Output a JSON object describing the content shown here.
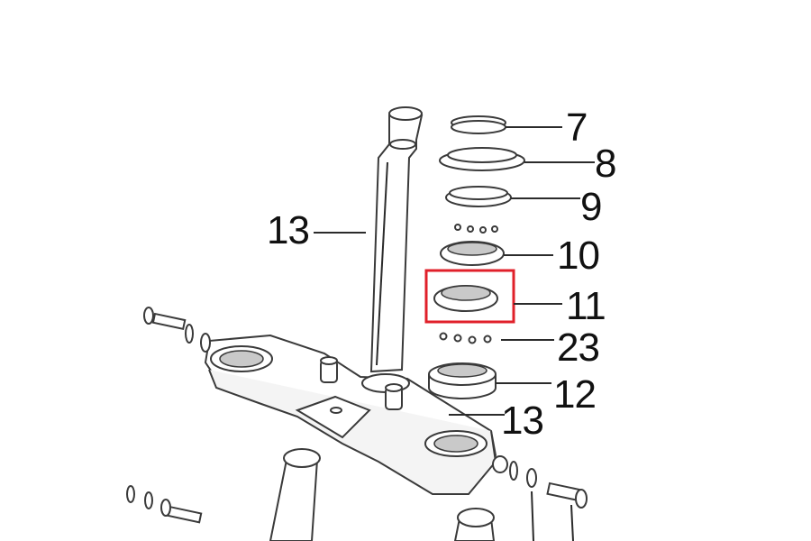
{
  "callouts": [
    {
      "id": "7",
      "label": "7"
    },
    {
      "id": "8",
      "label": "8"
    },
    {
      "id": "9",
      "label": "9"
    },
    {
      "id": "10",
      "label": "10"
    },
    {
      "id": "11",
      "label": "11"
    },
    {
      "id": "23",
      "label": "23"
    },
    {
      "id": "12",
      "label": "12"
    },
    {
      "id": "13_upper",
      "label": "13"
    },
    {
      "id": "13_lower",
      "label": "13"
    }
  ],
  "highlighted_part": "11",
  "colors": {
    "highlight": "#e0202a",
    "line": "#3a3a3a",
    "background": "#ffffff"
  }
}
